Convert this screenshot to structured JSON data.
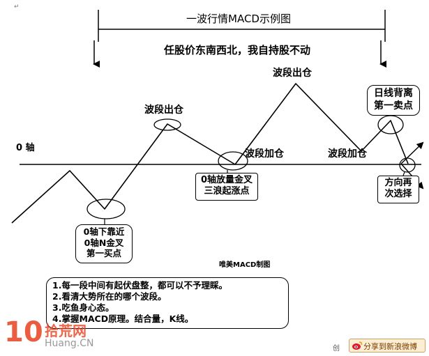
{
  "title": "一波行情MACD示例图",
  "subtitle": "任股价东南西北，我自持股不动",
  "zero_axis_label": "0 轴",
  "annotations": {
    "wave_top_1": "波段出仓",
    "wave_top_2": "波段出仓",
    "wave_add_1": "波段加仓",
    "wave_add_2": "波段加仓"
  },
  "boxes": {
    "first_buy": [
      "0轴下靠近",
      "0轴N金叉",
      "第一买点"
    ],
    "zero_cross": [
      "0轴放量金叉",
      "三浪起涨点"
    ],
    "first_sell": [
      "日线背离",
      "第一卖点"
    ],
    "direction": [
      "方向再",
      "次选择"
    ]
  },
  "credit": "唯美MACD制图",
  "notes": [
    "1.每一段中间有起伏盘整，都可以不予理睬。",
    "2.看清大势所在的哪个波段。",
    "3.吃鱼身心态。",
    "4.掌握MACD原理。结合量，K线。"
  ],
  "watermark": {
    "logo_number": "10",
    "logo_cn": "拾荒网",
    "logo_url": "Huang.CN",
    "accent": "#e8411f"
  },
  "share": {
    "label": "分享到新浪微博",
    "prefix": "创"
  }
}
